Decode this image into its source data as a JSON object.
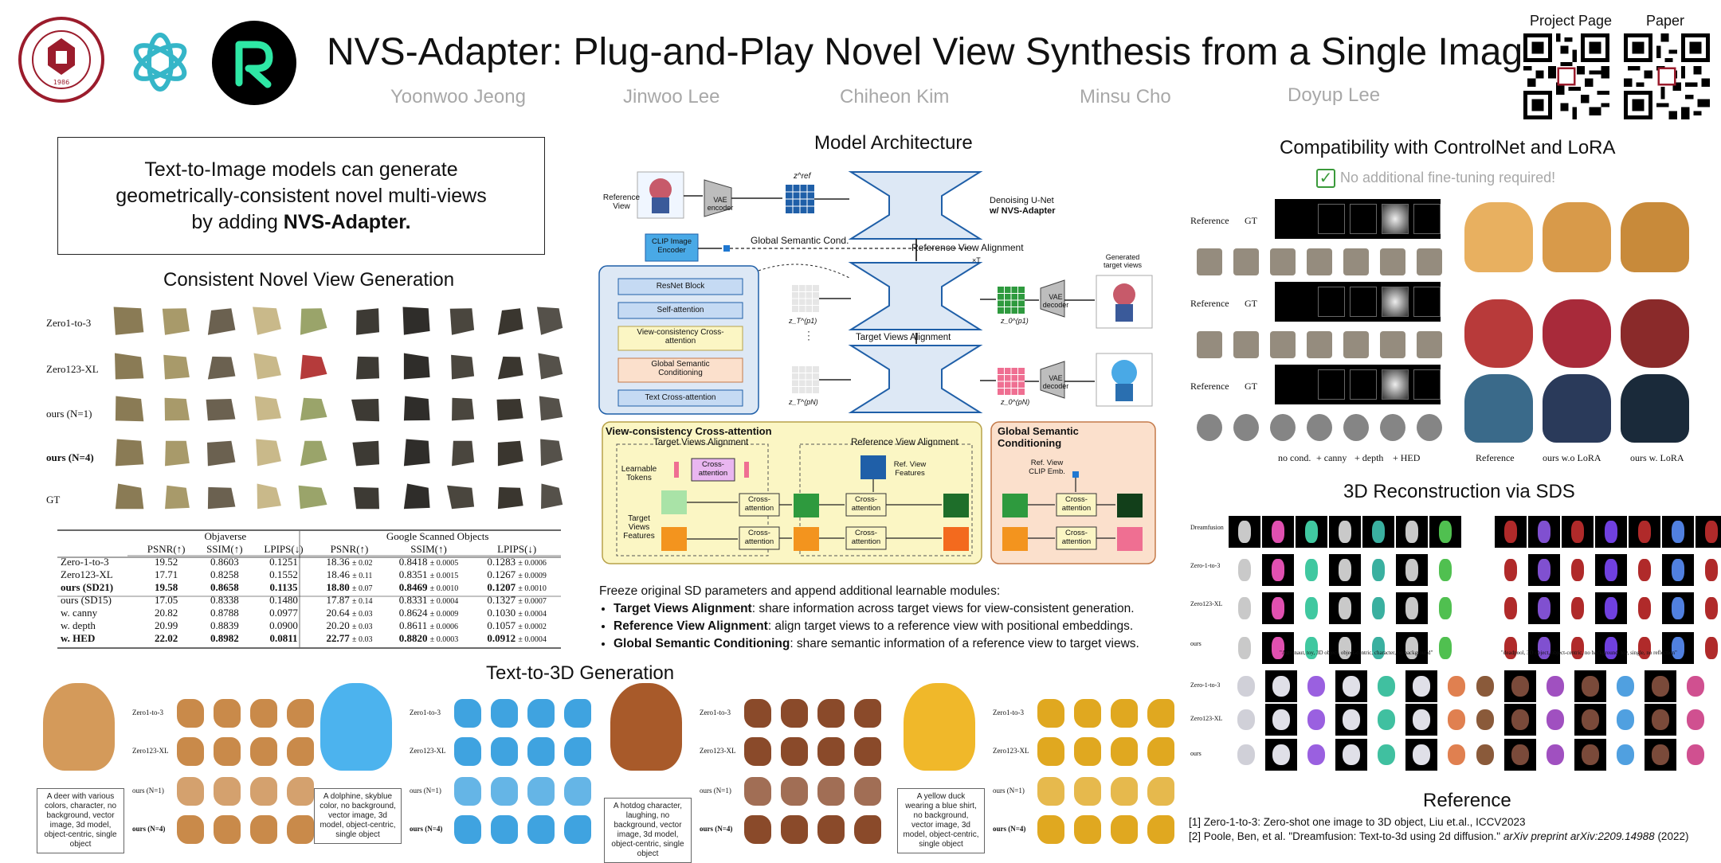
{
  "header": {
    "title": "NVS-Adapter: Plug-and-Play Novel View Synthesis from a Single Image",
    "authors": [
      "Yoonwoo Jeong",
      "Jinwoo Lee",
      "Chiheon Kim",
      "Minsu Cho",
      "Doyup Lee"
    ],
    "qr_labels": [
      "Project Page",
      "Paper"
    ],
    "logo_year": "1986"
  },
  "left": {
    "claim_line1": "Text-to-Image models can generate",
    "claim_line2": "geometrically-consistent novel multi-views",
    "claim_line3_prefix": "by adding ",
    "claim_line3_bold": "NVS-Adapter.",
    "consistent_title": "Consistent Novel View Generation",
    "rows": [
      "Zero1-to-3",
      "Zero123-XL",
      "ours (N=1)",
      "ours (N=4)",
      "GT"
    ]
  },
  "table": {
    "group_headers": [
      "Objaverse",
      "Google Scanned Objects"
    ],
    "columns": [
      "PSNR(↑)",
      "SSIM(↑)",
      "LPIPS(↓)",
      "PSNR(↑)",
      "SSIM(↑)",
      "LPIPS(↓)"
    ],
    "rows": [
      {
        "name": "Zero-1-to-3",
        "v": [
          "19.52",
          "0.8603",
          "0.1251",
          "18.36",
          "± 0.02",
          "0.8418",
          "± 0.0005",
          "0.1283",
          "± 0.0006"
        ],
        "bold": false
      },
      {
        "name": "Zero123-XL",
        "v": [
          "17.71",
          "0.8258",
          "0.1552",
          "18.46",
          "± 0.11",
          "0.8351",
          "± 0.0015",
          "0.1267",
          "± 0.0009"
        ],
        "bold": false
      },
      {
        "name": "ours (SD21)",
        "v": [
          "19.58",
          "0.8658",
          "0.1135",
          "18.80",
          "± 0.07",
          "0.8469",
          "± 0.0010",
          "0.1207",
          "± 0.0010"
        ],
        "bold": true
      },
      {
        "name": "ours (SD15)",
        "v": [
          "17.05",
          "0.8338",
          "0.1480",
          "17.87",
          "± 0.14",
          "0.8331",
          "± 0.0004",
          "0.1327",
          "± 0.0007"
        ],
        "bold": false
      },
      {
        "name": "w. canny",
        "v": [
          "20.82",
          "0.8788",
          "0.0977",
          "20.64",
          "± 0.03",
          "0.8624",
          "± 0.0009",
          "0.1030",
          "± 0.0004"
        ],
        "bold": false
      },
      {
        "name": "w. depth",
        "v": [
          "20.99",
          "0.8839",
          "0.0900",
          "20.20",
          "± 0.03",
          "0.8611",
          "± 0.0006",
          "0.1057",
          "± 0.0002"
        ],
        "bold": false
      },
      {
        "name": "w. HED",
        "v": [
          "22.02",
          "0.8982",
          "0.0811",
          "22.77",
          "± 0.03",
          "0.8820",
          "± 0.0003",
          "0.0912",
          "± 0.0004"
        ],
        "bold": true
      }
    ]
  },
  "arch": {
    "title": "Model Architecture",
    "labels": {
      "reference_view": "Reference View",
      "vae_encoder": "VAE encoder",
      "z_ref": "z^ref",
      "denoise": "Denoising U-Net",
      "denoise_bold": "w/ NVS-Adapter",
      "clip_encoder": "CLIP Image Encoder",
      "global_sem": "Global Semantic Cond.",
      "ref_align": "Reference View Alignment",
      "times_t": "×T",
      "generated": "Generated target views",
      "vae_decoder": "VAE decoder",
      "target_align": "Target Views Alignment",
      "z_t1": "z_T^(p1)",
      "z_tn": "z_T^(pN)",
      "z_01": "z_0^(p1)",
      "z_0n": "z_0^(pN)"
    },
    "block_items": [
      "ResNet Block",
      "Self-attention",
      "View-consistency Cross-attention",
      "Global Semantic Conditioning",
      "Text Cross-attention"
    ],
    "vc_title": "View-consistency Cross-attention",
    "vc_sub1": "Target Views Alignment",
    "vc_sub2": "Reference View Alignment",
    "learnable_tokens": "Learnable Tokens",
    "target_features": "Target Views Features",
    "ref_features": "Ref. View Features",
    "cross_attention": "Cross-attention",
    "gsc_title": "Global Semantic Conditioning",
    "ref_clip": "Ref. View CLIP Emb.",
    "freeze_text": "Freeze original SD parameters and append additional learnable modules:",
    "bullets": [
      {
        "bold": "Target Views Alignment",
        "text": ": share information across target views for view-consistent generation."
      },
      {
        "bold": "Reference View Alignment",
        "text": ": align target views to a reference view with positional embeddings."
      },
      {
        "bold": "Global Semantic Conditioning",
        "text": ": share semantic information of a reference view to target views."
      }
    ]
  },
  "t3d": {
    "title": "Text-to-3D Generation",
    "row_labels": [
      "Zero1-to-3",
      "Zero123-XL",
      "ours (N=1)",
      "ours (N=4)"
    ],
    "captions": [
      "A deer with various colors, character, no background, vector image, 3d model, object-centric, single object",
      "A dolphine, skyblue color, no background, vector image, 3d model, object-centric, single object",
      "A hotdog character, laughing, no background, vector image, 3d model, object-centric, single object",
      "A yellow duck wearing a blue shirt, no background, vector image, 3d model, object-centric, single object"
    ]
  },
  "right": {
    "compat_title": "Compatibility with ControlNet and LoRA",
    "no_finetune": "No additional fine-tuning required!",
    "ref_label": "Reference",
    "gt_label": "GT",
    "cond_labels": [
      "no cond.",
      "+ canny",
      "+ depth",
      "+ HED"
    ],
    "lora_labels": [
      "Reference",
      "ours w.o LoRA",
      "ours w. LoRA"
    ],
    "sds_title": "3D Reconstruction via SDS",
    "sds_rows": [
      "Dreamfusion",
      "Zero-1-to-3",
      "Zero123-XL",
      "ours"
    ],
    "sds_rows2": [
      "Zero-1-to-3",
      "Zero123-XL",
      "ours"
    ],
    "sds_caption1": "\"Astronaut, toy, 3D object, object-centric, character, no background\"",
    "sds_caption2": "\"deadpool, 3D object, object-centric, no background, toy, single, no reflection\"",
    "ref_title": "Reference",
    "ref1": "[1] Zero-1-to-3: Zero-shot one image to 3D object, Liu et.al., ICCV2023",
    "ref2_prefix": "[2] Poole, Ben, et al. \"Dreamfusion: Text-to-3d using 2d diffusion.\" ",
    "ref2_italic": "arXiv preprint arXiv:2209.14988",
    "ref2_suffix": " (2022)"
  },
  "colors": {
    "accent_blue": "#1f5fa8",
    "light_blue": "#dde8f5",
    "yellow": "#fbf6c4",
    "peach": "#fbe0cc",
    "green": "#2e9a3e",
    "orange": "#f3941e",
    "pink": "#ef6f92"
  }
}
